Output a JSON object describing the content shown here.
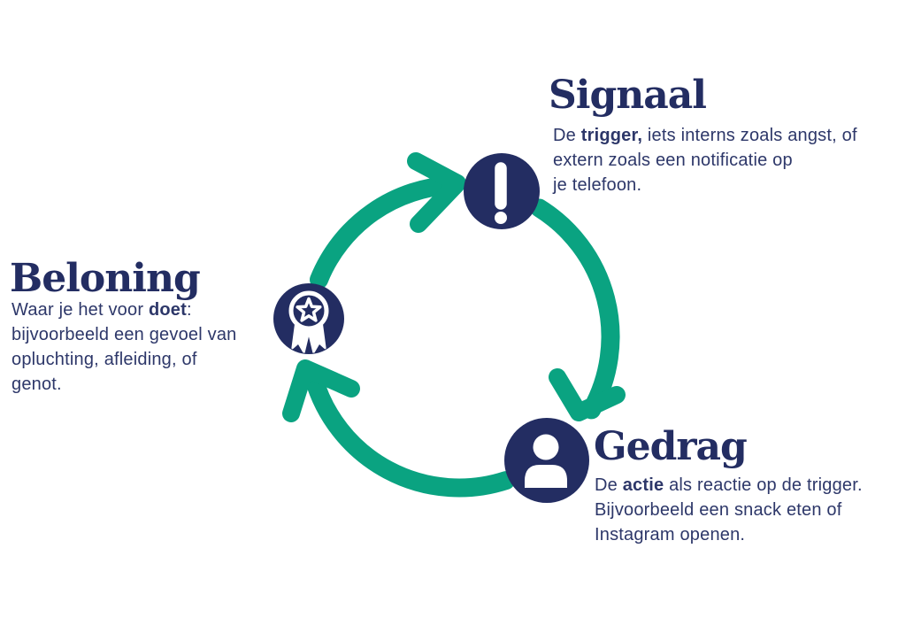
{
  "colors": {
    "navy": "#232D62",
    "green": "#0AA381",
    "body_text": "#2D3769",
    "background": "#FFFFFF"
  },
  "cycle": {
    "direction": "clockwise",
    "steps": [
      "Signaal",
      "Gedrag",
      "Beloning"
    ],
    "arrows": [
      "beloning-to-signaal",
      "signaal-to-gedrag",
      "gedrag-to-beloning"
    ]
  },
  "signaal": {
    "title": "Signaal",
    "icon": "exclamation-icon",
    "body_lines": [
      {
        "pre": "De ",
        "bold": "trigger,",
        "post": " iets interns zoals angst, of"
      },
      {
        "pre": "extern zoals een notificatie op",
        "bold": "",
        "post": ""
      },
      {
        "pre": "je telefoon.",
        "bold": "",
        "post": ""
      }
    ]
  },
  "gedrag": {
    "title": "Gedrag",
    "icon": "person-icon",
    "body_lines": [
      {
        "pre": "De ",
        "bold": "actie",
        "post": " als reactie op de trigger."
      },
      {
        "pre": "Bijvoorbeeld een snack eten of",
        "bold": "",
        "post": ""
      },
      {
        "pre": "Instagram openen.",
        "bold": "",
        "post": ""
      }
    ]
  },
  "beloning": {
    "title": "Beloning",
    "icon": "award-medal-icon",
    "body_lines": [
      {
        "pre": "Waar je het voor ",
        "bold": "doet",
        "post": ":"
      },
      {
        "pre": "bijvoorbeeld een gevoel van",
        "bold": "",
        "post": ""
      },
      {
        "pre": "opluchting, afleiding, of",
        "bold": "",
        "post": ""
      },
      {
        "pre": "genot.",
        "bold": "",
        "post": ""
      }
    ]
  }
}
